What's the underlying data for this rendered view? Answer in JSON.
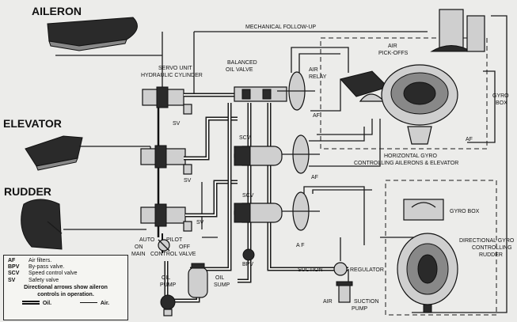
{
  "titles": {
    "aileron": "AILERON",
    "elevator": "ELEVATOR",
    "rudder": "RUDDER"
  },
  "labels": {
    "mechanical_follow_up": "MECHANICAL  FOLLOW-UP",
    "servo_unit_1": "SERVO UNIT",
    "servo_unit_2": "HYDRAULIC CYLINDER",
    "balanced_1": "BALANCED",
    "balanced_2": "OIL VALVE",
    "air_relay_1": "AIR",
    "air_relay_2": "RELAY",
    "air_pickoffs_1": "AIR",
    "air_pickoffs_2": "PICK-OFFS",
    "gyro_box_1": "GYRO",
    "gyro_box_2": "BOX",
    "gyro_box_lower": "GYRO BOX",
    "sv": "SV",
    "scv": "SCV",
    "af": "AF",
    "a_f": "A F",
    "horiz_1": "HORIZONTAL  GYRO",
    "horiz_2": "CONTROLLING AILERONS & ELEVATOR",
    "dir_1": "DIRECTIONAL GYRO",
    "dir_2": "CONTROLLING",
    "dir_3": "RUDDER",
    "auto": "AUTO",
    "on": "ON",
    "main": "MAIN",
    "pilot": "PILOT",
    "off": "OFF",
    "control_valve": "CONTROL VALVE",
    "bpv": "BPV",
    "oil_pump_1": "OIL",
    "oil_pump_2": "PUMP",
    "oil_sump_1": "OIL",
    "oil_sump_2": "SUMP",
    "suction": "SUCTION",
    "regulator": "REGULATOR",
    "air_suction_1": "AIR",
    "air_suction_2": "SUCTION",
    "air_suction_3": "PUMP"
  },
  "legend": {
    "items": [
      {
        "abbr": "AF",
        "text": "Air filters."
      },
      {
        "abbr": "BPV",
        "text": "By-pass valve."
      },
      {
        "abbr": "SCV",
        "text": "Speed control valve"
      },
      {
        "abbr": "SV",
        "text": "Safety valve"
      }
    ],
    "note_1": "Directional arrows show aileron",
    "note_2": "controls in operation.",
    "oil": "Oil.",
    "air": "Air."
  }
}
